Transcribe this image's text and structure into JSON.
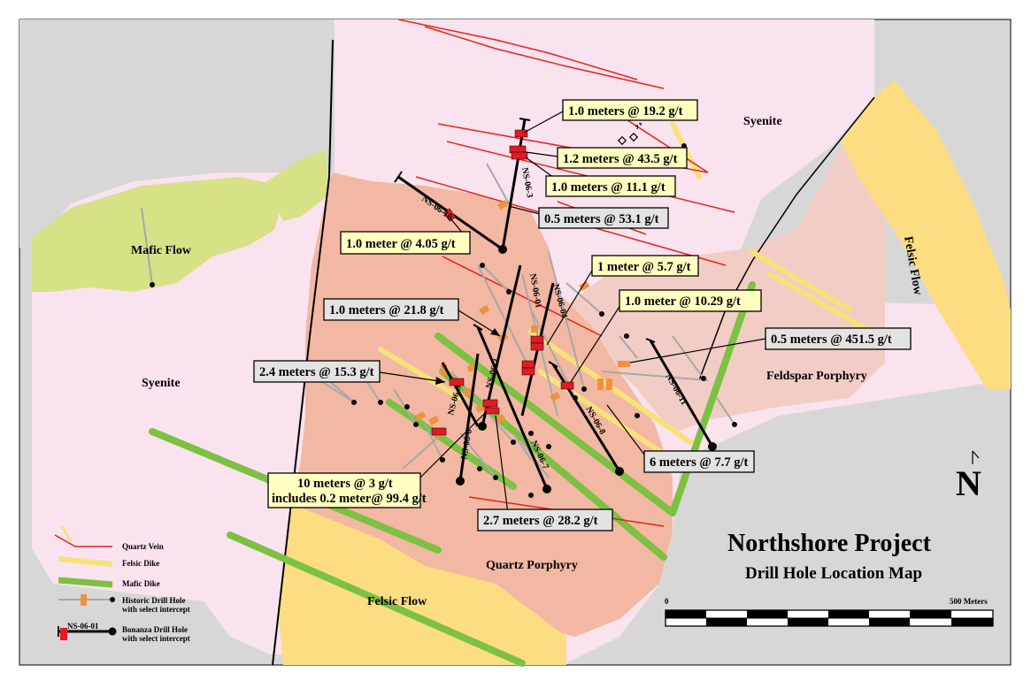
{
  "title": {
    "project": "Northshore Project",
    "subtitle": "Drill Hole Location Map"
  },
  "north_arrow": "N",
  "scale_bar": {
    "start": "0",
    "end": "500 Meters"
  },
  "legend": [
    {
      "label": "Quartz Vein",
      "color": "#e8231c"
    },
    {
      "label": "Felsic Dike",
      "color": "#f7e27a"
    },
    {
      "label": "Mafic Dike",
      "color": "#7cc142"
    },
    {
      "label": "Historic Drill Hole",
      "label2": "with select intercept"
    },
    {
      "label": "Bonanza Drill Hole",
      "label2": "with select intercept",
      "sample_hole": "NS-06-01"
    }
  ],
  "units": {
    "syenite_top": "Syenite",
    "syenite_left": "Syenite",
    "mafic_flow": "Mafic Flow",
    "felsic_flow_right": "Felsic Flow",
    "felsic_flow_bottom": "Felsic Flow",
    "feldspar_porphyry": "Feldspar Porphyry",
    "quartz_porphyry": "Quartz Porphyry"
  },
  "holes": {
    "h10": "NS-06-10",
    "h3": "NS-06-3",
    "h1": "NS-06-01",
    "h4": "NS-06-04",
    "h5": "NS-06-5",
    "h2": "NS-06-2",
    "h6": "NS-06-6",
    "h7": "NS-06-7",
    "h8": "NS-06-8",
    "h11": "NS-06-11"
  },
  "intercepts": {
    "i1": "1.0 meters @ 19.2 g/t",
    "i2": "1.2 meters @ 43.5 g/t",
    "i3": "1.0 meters @ 11.1 g/t",
    "i4": "0.5 meters @ 53.1 g/t",
    "i5": "1.0 meter @ 4.05 g/t",
    "i6": "1 meter @ 5.7 g/t",
    "i7": "1.0 meters @ 21.8 g/t",
    "i8": "1.0 meter @ 10.29 g/t",
    "i9": "0.5 meters @ 451.5 g/t",
    "i10": "2.4 meters @ 15.3 g/t",
    "i11": "6 meters @ 7.7 g/t",
    "i12a": "10 meters @ 3 g/t",
    "i12b": "includes 0.2 meter@ 99.4 g/t",
    "i13": "2.7 meters @ 28.2 g/t"
  },
  "colors": {
    "syenite": "#f9e3ee",
    "mafic_flow": "#d7e287",
    "felsic_flow": "#fcdd82",
    "feldspar_porphyry": "#f2cdc5",
    "quartz_porphyry": "#f2b8a3",
    "quartz_vein": "#e8231c",
    "felsic_dike": "#f7e27a",
    "mafic_dike": "#7cc142",
    "historic_intercept": "#f0913e",
    "bonanza_intercept": "#e01b24",
    "outside": "#d7d7d7"
  }
}
